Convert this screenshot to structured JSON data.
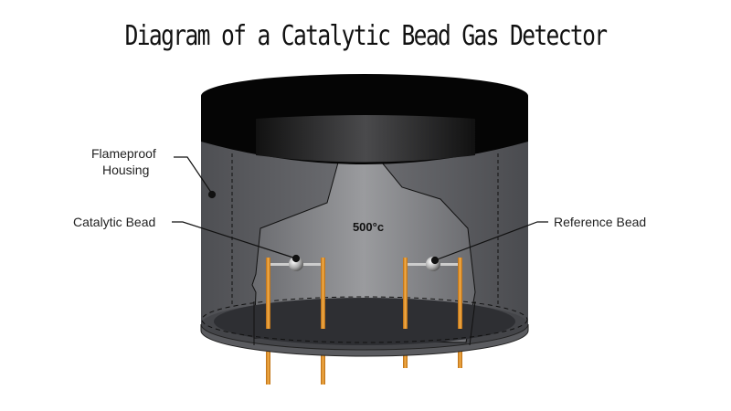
{
  "title": "Diagram of a Catalytic Bead Gas Detector",
  "labels": {
    "housing_line1": "Flameproof",
    "housing_line2": "Housing",
    "catalytic_bead": "Catalytic Bead",
    "reference_bead": "Reference Bead",
    "temperature": "500°c"
  },
  "colors": {
    "housing": "#4a4b4f",
    "cap": "#050505",
    "pins": "#e08a1e",
    "inner_chamber": "#8a8b8e"
  }
}
